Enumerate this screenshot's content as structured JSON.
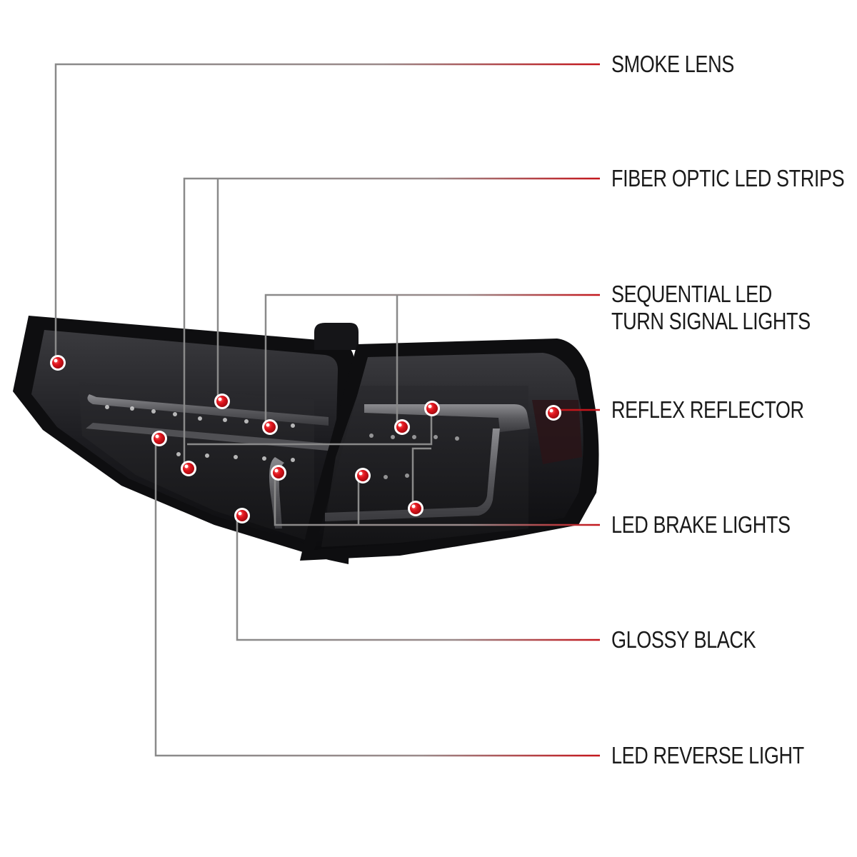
{
  "callouts": [
    {
      "id": "smoke-lens",
      "lines": [
        "SMOKE LENS"
      ]
    },
    {
      "id": "fiber-optic-led-strips",
      "lines": [
        "FIBER OPTIC LED STRIPS"
      ]
    },
    {
      "id": "sequential-led-turn-signal-lights",
      "lines": [
        "SEQUENTIAL LED",
        "TURN SIGNAL LIGHTS"
      ]
    },
    {
      "id": "reflex-reflector",
      "lines": [
        "REFLEX REFLECTOR"
      ]
    },
    {
      "id": "led-brake-lights",
      "lines": [
        "LED BRAKE LIGHTS"
      ]
    },
    {
      "id": "glossy-black",
      "lines": [
        "GLOSSY BLACK"
      ]
    },
    {
      "id": "led-reverse-light",
      "lines": [
        "LED REVERSE LIGHT"
      ]
    }
  ],
  "colors": {
    "leader_grey": "#8a8a8a",
    "leader_red": "#c4161c",
    "marker_red": "#e0141c",
    "housing": "#141416"
  }
}
